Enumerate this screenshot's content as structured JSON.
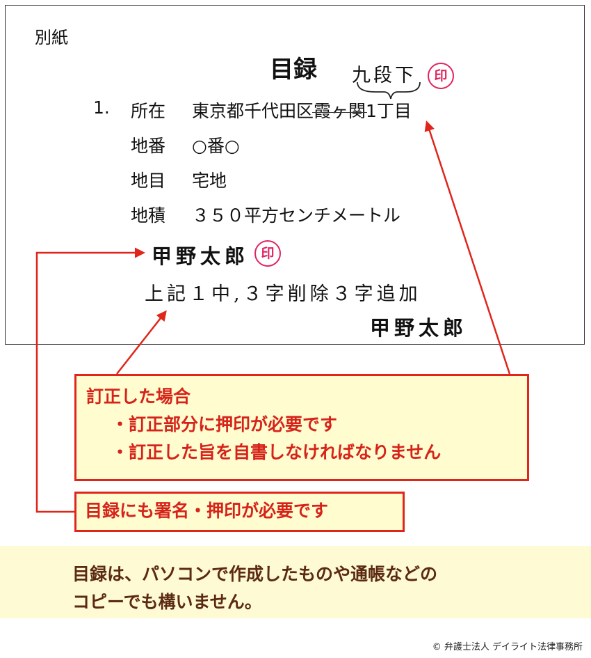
{
  "document": {
    "attachment_label": "別紙",
    "title": "目録",
    "item_number": "1.",
    "rows": [
      {
        "label": "所在",
        "value_prefix": "東京都千代田区",
        "value_struck": "霞ヶ関",
        "value_suffix": "1丁目"
      },
      {
        "label": "地番",
        "value": "○番○"
      },
      {
        "label": "地目",
        "value": "宅地"
      },
      {
        "label": "地積",
        "value": "３５０平方センチメートル"
      }
    ],
    "inserted_text": "九段下",
    "seal_char": "印",
    "signature": "甲野太郎",
    "correction_note": "上記１中,３字削除３字追加"
  },
  "callouts": {
    "correction": {
      "heading": "訂正した場合",
      "bullets": [
        "・訂正部分に押印が必要です",
        "・訂正した旨を自書しなければなりません"
      ]
    },
    "signature": "目録にも署名・押印が必要です"
  },
  "footer": {
    "lines": [
      "目録は、パソコンで作成したものや通帳などの",
      "コピーでも構いません。"
    ]
  },
  "copyright": "© 弁護士法人 デイライト法律事務所",
  "colors": {
    "accent_red": "#e0251b",
    "seal_pink": "#e0245e",
    "note_bg": "#fffccf",
    "footer_text": "#5b2a12"
  }
}
